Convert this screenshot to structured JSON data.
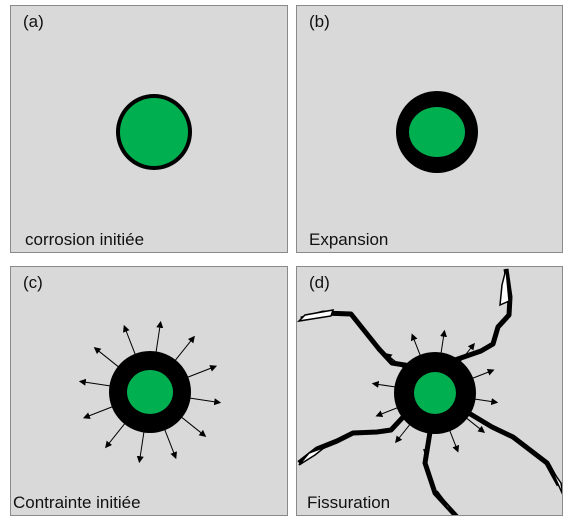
{
  "panels": [
    {
      "id": "a",
      "tag": "(a)",
      "caption": "corrosion initiée"
    },
    {
      "id": "b",
      "tag": "(b)",
      "caption": "Expansion"
    },
    {
      "id": "c",
      "tag": "(c)",
      "caption": "Contrainte initiée"
    },
    {
      "id": "d",
      "tag": "(d)",
      "caption": "Fissuration"
    }
  ],
  "colors": {
    "background": "#d9d9d9",
    "rebar_core": "#00b050",
    "corrosion_layer": "#000000",
    "border": "#8a8a8a"
  },
  "icons": [
    "stress-arrow-icon",
    "crack-icon"
  ]
}
